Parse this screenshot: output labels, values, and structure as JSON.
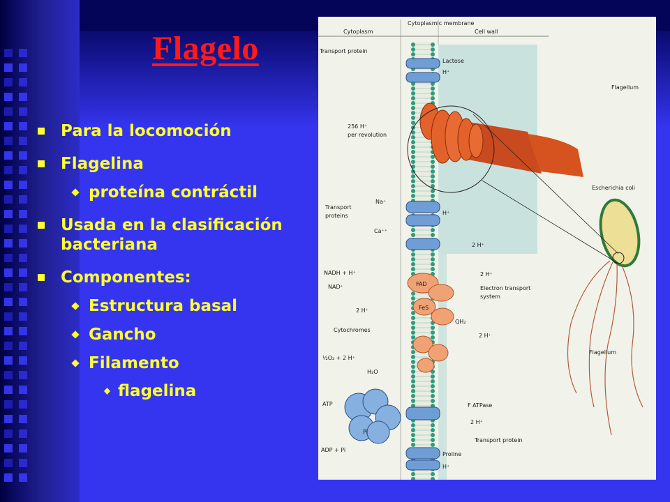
{
  "slide": {
    "title": "Flagelo",
    "colors": {
      "background": "#3535f0",
      "title": "#ff1a1a",
      "bullet_text": "#ffff33"
    },
    "bullets": [
      {
        "level": 1,
        "text": "Para la locomoción"
      },
      {
        "level": 1,
        "text": "Flagelina"
      },
      {
        "level": 2,
        "text": "proteína contráctil"
      },
      {
        "level": 1,
        "text": "Usada en la clasificación bacteriana"
      },
      {
        "level": 1,
        "text": "Componentes:"
      },
      {
        "level": 2,
        "text": "Estructura basal"
      },
      {
        "level": 2,
        "text": "Gancho"
      },
      {
        "level": 2,
        "text": "Filamento"
      },
      {
        "level": 3,
        "text": "flagelina"
      }
    ]
  },
  "diagram": {
    "headers": [
      "Cytoplasm",
      "Cytoplasmic membrane",
      "Cell wall"
    ],
    "labels": {
      "transport_protein_top": "Transport protein",
      "lactose": "Lactose",
      "h_plus": "H⁺",
      "flagellum_top": "Flagellum",
      "h_per_rev_1": "256 H⁺",
      "h_per_rev_2": "per revolution",
      "escherichia": "Escherichia coli",
      "na_plus": "Na⁺",
      "transport_proteins_1": "Transport",
      "transport_proteins_2": "proteins",
      "ca_plus": "Ca⁺⁺",
      "two_h_1": "2 H⁺",
      "nadh": "NADH + H⁺",
      "nad": "NAD⁺",
      "fad": "FAD",
      "fes": "FeS",
      "electron_1": "Electron transport",
      "electron_2": "system",
      "two_h_2": "2 H⁺",
      "qh2": "QH₂",
      "cytochromes": "Cytochromes",
      "two_h_3": "2 H⁺",
      "o2": "½O₂ + 2 H⁺",
      "h2o": "H₂O",
      "flagellum_bottom": "Flagellum",
      "atp": "ATP",
      "f_atpase": "F ATPase",
      "two_h_4": "2 H⁺",
      "pi": "Pi",
      "transport_protein_bottom": "Transport protein",
      "adp": "ADP + Pi",
      "proline": "Proline",
      "h_plus_bottom": "H⁺"
    }
  }
}
